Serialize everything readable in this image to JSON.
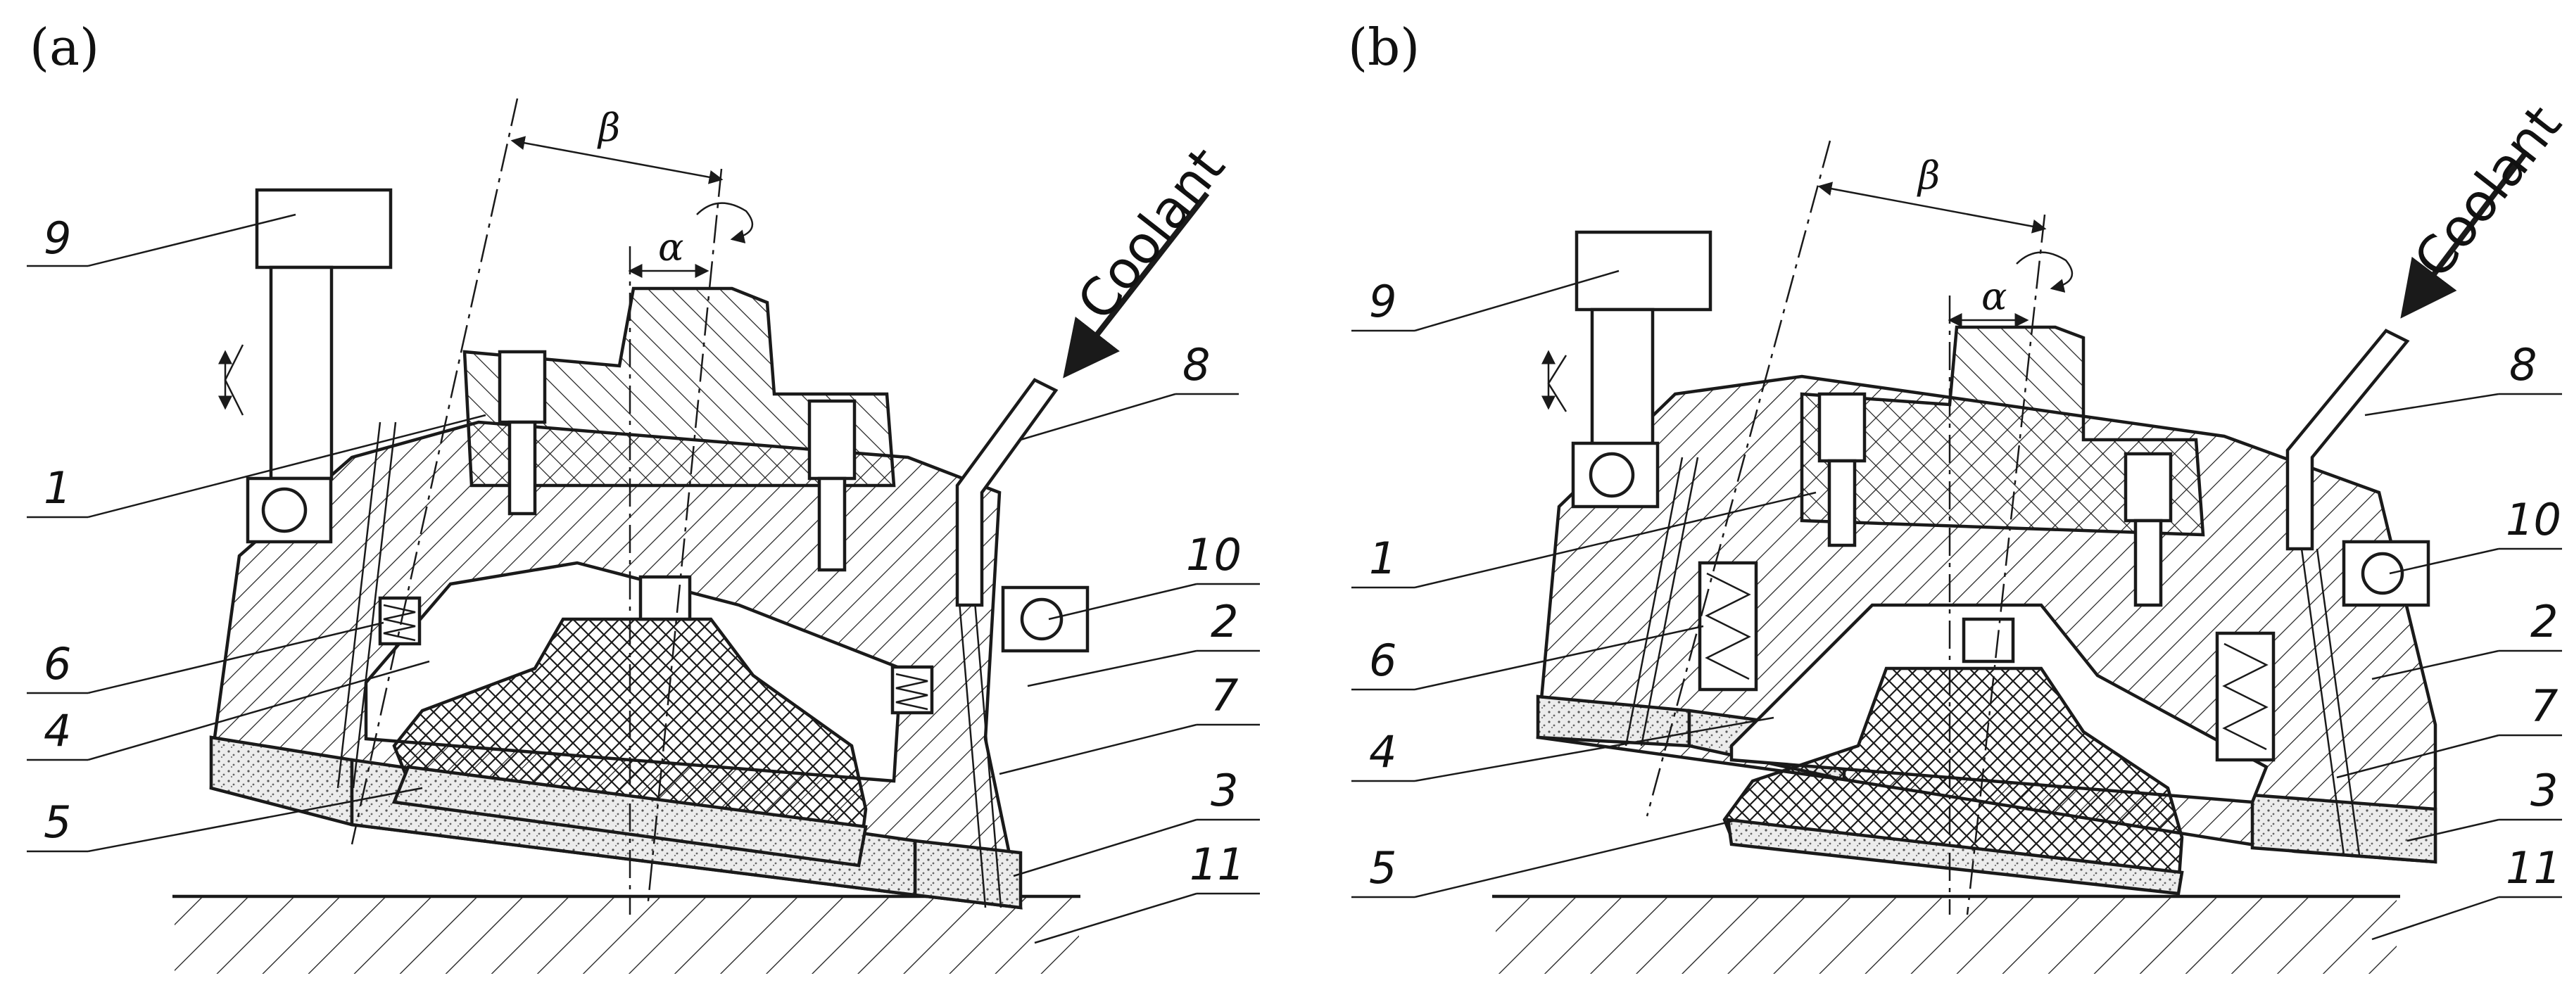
{
  "panels": [
    {
      "label": "(a)",
      "angle_beta": "β",
      "angle_alpha": "α",
      "coolant": "Coolant",
      "callouts": [
        "9",
        "1",
        "6",
        "4",
        "5",
        "8",
        "10",
        "2",
        "7",
        "3",
        "11"
      ]
    },
    {
      "label": "(b)",
      "angle_beta": "β",
      "angle_alpha": "α",
      "coolant": "Coolant",
      "callouts": [
        "9",
        "1",
        "6",
        "4",
        "5",
        "8",
        "10",
        "2",
        "7",
        "3",
        "11"
      ]
    }
  ],
  "colors": {
    "line": "#1a1a1a",
    "background": "#ffffff",
    "abrasive": "#d9d9d9"
  }
}
